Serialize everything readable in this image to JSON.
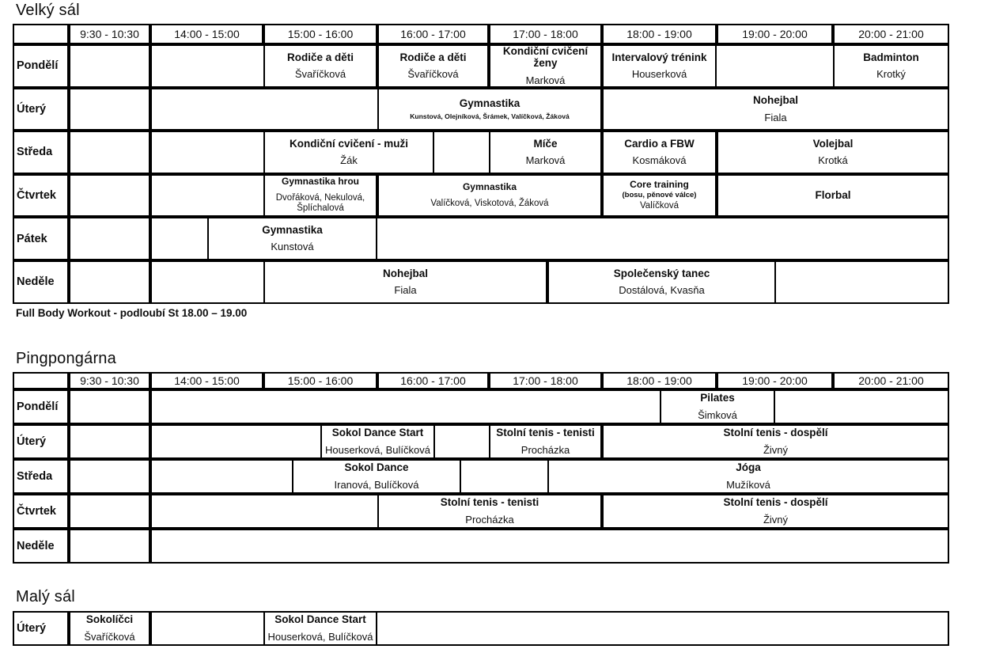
{
  "page": {
    "note": "Full Body Workout - podloubí St 18.00 – 19.00"
  },
  "time_slots": [
    "9:30 - 10:30",
    "14:00 - 15:00",
    "15:00 - 16:00",
    "16:00 - 17:00",
    "17:00 - 18:00",
    "18:00 - 19:00",
    "19:00 - 20:00",
    "20:00 - 21:00"
  ],
  "sections": [
    {
      "title": "Velký sál",
      "days": [
        "Pondělí",
        "Úterý",
        "Středa",
        "Čtvrtek",
        "Pátek",
        "Neděle"
      ],
      "activities": [
        {
          "day": "Pondělí",
          "title": "Rodiče a děti",
          "sub": "",
          "person": "Švaříčková",
          "start": "15:00 - 16:00",
          "end": "15:00 - 16:00"
        },
        {
          "day": "Pondělí",
          "title": "Rodiče a děti",
          "sub": "",
          "person": "Švaříčková",
          "start": "16:00 - 17:00",
          "end": "16:00 - 17:00"
        },
        {
          "day": "Pondělí",
          "title": "Kondiční cvičení ženy",
          "sub": "",
          "person": "Marková",
          "start": "17:00 - 18:00",
          "end": "17:00 - 18:00"
        },
        {
          "day": "Pondělí",
          "title": "Intervalový trénink",
          "sub": "",
          "person": "Houserková",
          "start": "18:00 - 19:00",
          "end": "18:00 - 19:00"
        },
        {
          "day": "Pondělí",
          "title": "Badminton",
          "sub": "",
          "person": "Krotký",
          "start": "20:00 - 21:00",
          "end": "20:00 - 21:00"
        },
        {
          "day": "Úterý",
          "title": "Gymnastika",
          "sub": "",
          "person": "Kunstová, Olejníková, Šrámek, Valíčková, Žáková",
          "start": "16:00 - 17:00",
          "end": "17:00 - 18:00"
        },
        {
          "day": "Úterý",
          "title": "Nohejbal",
          "sub": "",
          "person": "Fiala",
          "start": "18:00 - 19:00",
          "end": "20:00 - 21:00"
        },
        {
          "day": "Středa",
          "title": "Kondiční cvičení - muži",
          "sub": "",
          "person": "Žák",
          "start": "15:00 - 16:00",
          "end": "15:00 - 16:00"
        },
        {
          "day": "Středa",
          "title": "Míče",
          "sub": "",
          "person": "Marková",
          "start": "17:00 - 18:00",
          "end": "17:00 - 18:00"
        },
        {
          "day": "Středa",
          "title": "Cardio a FBW",
          "sub": "",
          "person": "Kosmáková",
          "start": "18:00 - 19:00",
          "end": "18:00 - 19:00"
        },
        {
          "day": "Středa",
          "title": "Volejbal",
          "sub": "",
          "person": "Krotká",
          "start": "19:00 - 20:00",
          "end": "20:00 - 21:00"
        },
        {
          "day": "Čtvrtek",
          "title": "Gymnastika hrou",
          "sub": "",
          "person": "Dvořáková, Nekulová, Šplíchalová",
          "start": "15:00 - 16:00",
          "end": "15:00 - 16:00"
        },
        {
          "day": "Čtvrtek",
          "title": "Gymnastika",
          "sub": "",
          "person": "Valíčková, Viskotová, Žáková",
          "start": "16:00 - 17:00",
          "end": "17:00 - 18:00"
        },
        {
          "day": "Čtvrtek",
          "title": "Core training",
          "sub": "(bosu, pěnové válce)",
          "person": "Valíčková",
          "start": "18:00 - 19:00",
          "end": "18:00 - 19:00"
        },
        {
          "day": "Čtvrtek",
          "title": "Florbal",
          "sub": "",
          "person": "",
          "start": "19:00 - 20:00",
          "end": "20:00 - 21:00"
        },
        {
          "day": "Pátek",
          "title": "Gymnastika",
          "sub": "",
          "person": "Kunstová",
          "start": "15:00 - 16:00",
          "end": "15:00 - 16:00"
        },
        {
          "day": "Neděle",
          "title": "Nohejbal",
          "sub": "",
          "person": "Fiala",
          "start": "15:00 - 16:00",
          "end": "17:00 - 18:00"
        },
        {
          "day": "Neděle",
          "title": "Společenský tanec",
          "sub": "",
          "person": "Dostálová, Kvasňa",
          "start": "18:00 - 19:00",
          "end": "19:00 - 20:00"
        }
      ]
    },
    {
      "title": "Pingpongárna",
      "days": [
        "Pondělí",
        "Úterý",
        "Středa",
        "Čtvrtek",
        "Neděle"
      ],
      "activities": [
        {
          "day": "Pondělí",
          "title": "Pilates",
          "sub": "",
          "person": "Šimková",
          "start": "18:00 - 19:00",
          "end": "19:00 - 20:00"
        },
        {
          "day": "Úterý",
          "title": "Sokol Dance Start",
          "sub": "",
          "person": "Houserková, Bulíčková",
          "start": "15:00 - 16:00",
          "end": "15:00 - 16:00"
        },
        {
          "day": "Úterý",
          "title": "Stolní tenis - tenisti",
          "sub": "",
          "person": "Procházka",
          "start": "17:00 - 18:00",
          "end": "17:00 - 18:00"
        },
        {
          "day": "Úterý",
          "title": "Stolní tenis - dospělí",
          "sub": "",
          "person": "Živný",
          "start": "18:00 - 19:00",
          "end": "20:00 - 21:00"
        },
        {
          "day": "Středa",
          "title": "Sokol Dance",
          "sub": "",
          "person": "Iranová, Bulíčková",
          "start": "15:00 - 16:00",
          "end": "16:00 - 17:00"
        },
        {
          "day": "Středa",
          "title": "Jóga",
          "sub": "",
          "person": "Mužíková",
          "start": "18:00 - 19:00",
          "end": "20:00 - 21:00"
        },
        {
          "day": "Čtvrtek",
          "title": "Stolní tenis - tenisti",
          "sub": "",
          "person": "Procházka",
          "start": "16:00 - 17:00",
          "end": "17:00 - 18:00"
        },
        {
          "day": "Čtvrtek",
          "title": "Stolní tenis - dospělí",
          "sub": "",
          "person": "Živný",
          "start": "18:00 - 19:00",
          "end": "20:00 - 21:00"
        }
      ]
    },
    {
      "title": "Malý sál",
      "days": [
        "Úterý"
      ],
      "activities": [
        {
          "day": "Úterý",
          "title": "Sokolíčci",
          "sub": "",
          "person": "Švaříčková",
          "start": "9:30 - 10:30",
          "end": "9:30 - 10:30"
        },
        {
          "day": "Úterý",
          "title": "Sokol Dance Start",
          "sub": "",
          "person": "Houserková, Bulíčková",
          "start": "15:00 - 16:00",
          "end": "15:00 - 16:00"
        }
      ]
    }
  ]
}
